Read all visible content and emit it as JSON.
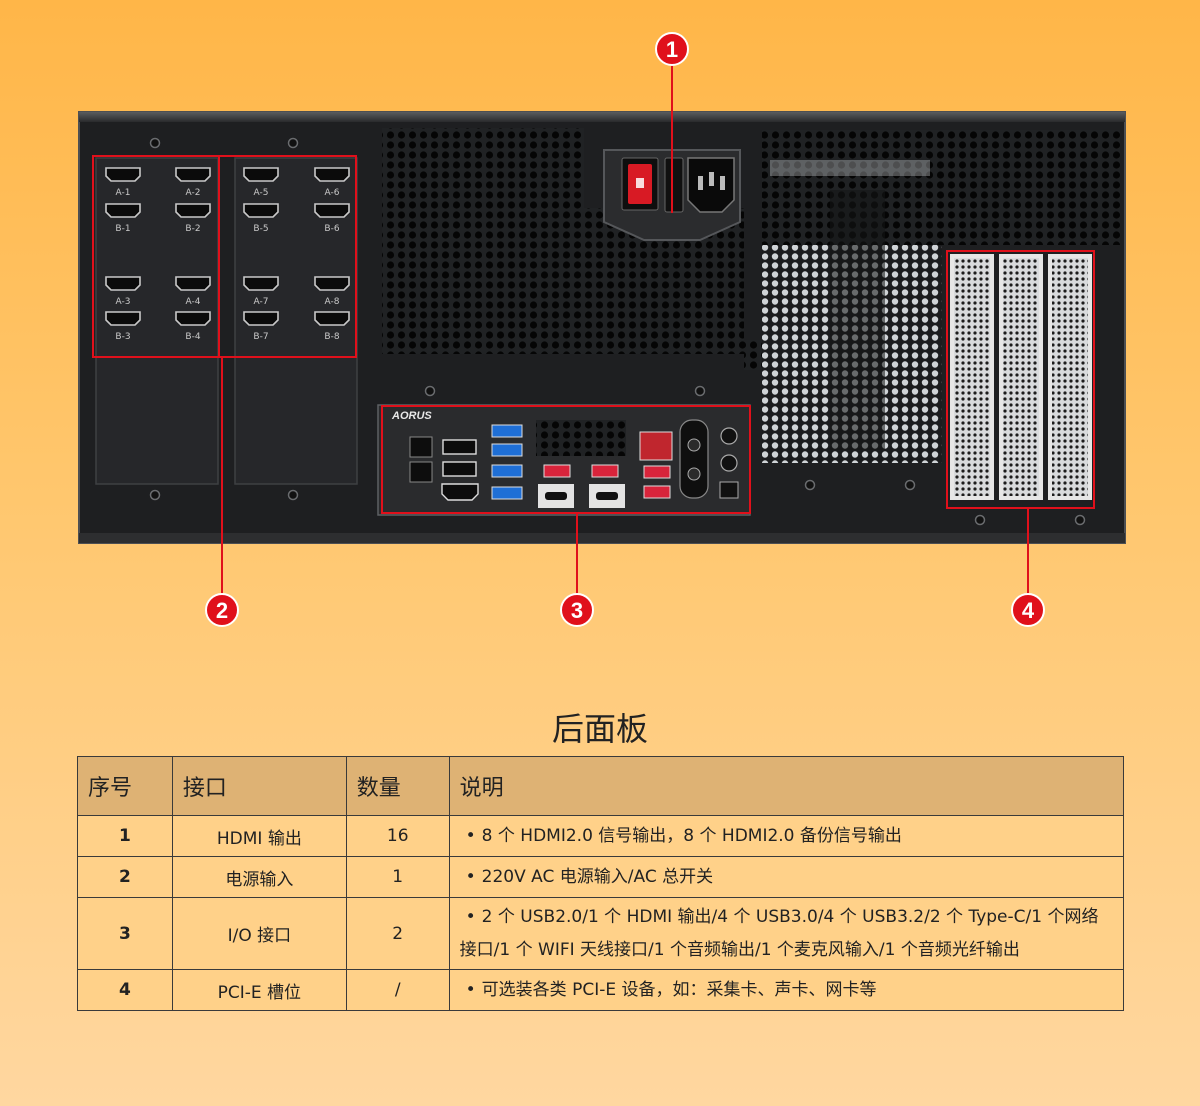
{
  "markers": [
    "1",
    "2",
    "3",
    "4"
  ],
  "hdmi_ports": [
    {
      "top": "A-1",
      "bottom": "B-1"
    },
    {
      "top": "A-2",
      "bottom": "B-2"
    },
    {
      "top": "A-5",
      "bottom": "B-5"
    },
    {
      "top": "A-6",
      "bottom": "B-6"
    },
    {
      "top": "A-3",
      "bottom": "B-3"
    },
    {
      "top": "A-4",
      "bottom": "B-4"
    },
    {
      "top": "A-7",
      "bottom": "B-7"
    },
    {
      "top": "A-8",
      "bottom": "B-8"
    }
  ],
  "io_brand": "AORUS",
  "colors": {
    "marker_red": "#e0101b",
    "chassis": "#1e1f21",
    "table_header": "#deb274",
    "table_body": "#ffd189"
  },
  "section_title": "后面板",
  "table": {
    "headers": [
      "序号",
      "接口",
      "数量",
      "说明"
    ],
    "rows": [
      {
        "no": "1",
        "port": "HDMI 输出",
        "qty": "16",
        "desc": [
          "8 个 HDMI2.0 信号输出，8 个 HDMI2.0 备份信号输出"
        ]
      },
      {
        "no": "2",
        "port": "电源输入",
        "qty": "1",
        "desc": [
          "220V AC 电源输入/AC 总开关"
        ]
      },
      {
        "no": "3",
        "port": "I/O 接口",
        "qty": "2",
        "desc": [
          "2 个 USB2.0/1 个 HDMI 输出/4 个 USB3.0/4 个 USB3.2/2 个 Type-C/1 个网络",
          "接口/1 个 WIFI 天线接口/1 个音频输出/1 个麦克风输入/1 个音频光纤输出"
        ]
      },
      {
        "no": "4",
        "port": "PCI-E 槽位",
        "qty": "/",
        "desc": [
          "可选装各类 PCI-E 设备，如：采集卡、声卡、网卡等"
        ]
      }
    ]
  }
}
